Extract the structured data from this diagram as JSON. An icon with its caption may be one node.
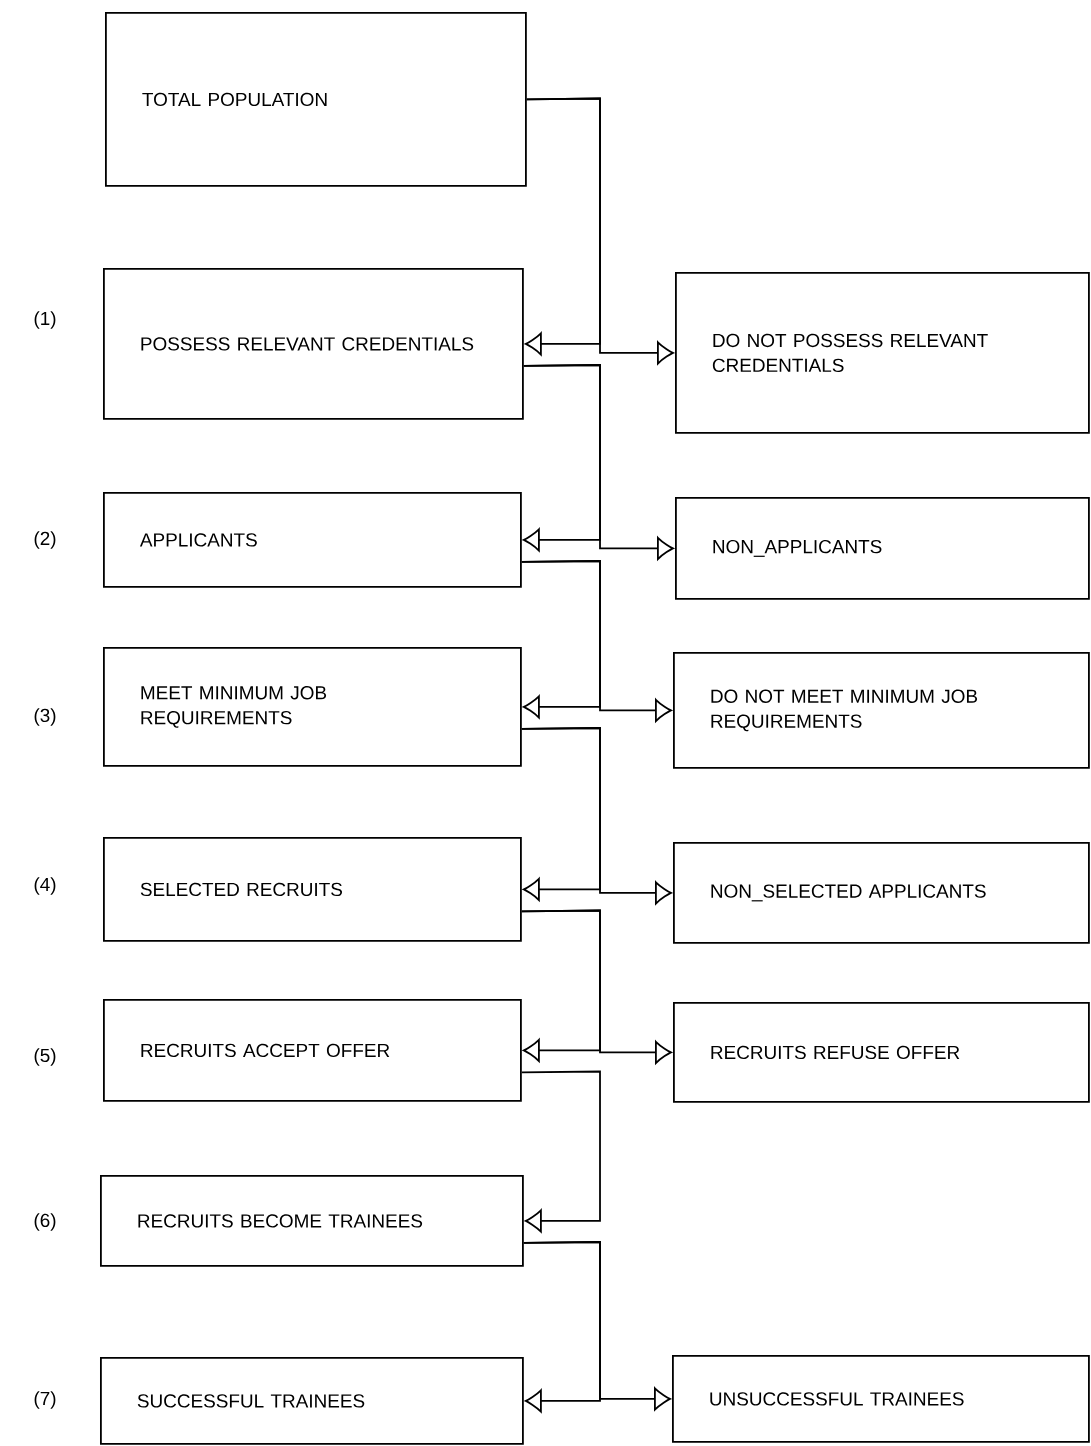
{
  "diagram": {
    "nodes": [
      {
        "text": [
          "TOTAL POPULATION"
        ]
      },
      {
        "text": [
          "POSSESS RELEVANT CREDENTIALS"
        ]
      },
      {
        "text": [
          "DO NOT POSSESS RELEVANT CREDENTIALS"
        ]
      },
      {
        "text": [
          "APPLICANTS"
        ]
      },
      {
        "text": [
          "NON_APPLICANTS"
        ]
      },
      {
        "text": [
          "MEET MINIMUM JOB REQUIREMENTS"
        ]
      },
      {
        "text": [
          "DO NOT MEET MINIMUM JOB REQUIREMENTS"
        ]
      },
      {
        "text": [
          "SELECTED RECRUITS"
        ]
      },
      {
        "text": [
          "NON_SELECTED APPLICANTS"
        ]
      },
      {
        "text": [
          "RECRUITS ACCEPT OFFER"
        ]
      },
      {
        "text": [
          "RECRUITS REFUSE OFFER"
        ]
      },
      {
        "text": [
          "RECRUITS BECOME TRAINEES"
        ]
      },
      {
        "text": [
          "SUCCESSFUL TRAINEES"
        ]
      },
      {
        "text": [
          "UNSUCCESSFUL TRAINEES"
        ]
      }
    ],
    "edges": [
      {
        "from": 0,
        "to": 1,
        "arrow": "to"
      },
      {
        "from": 0,
        "to": 2,
        "arrow": "to"
      },
      {
        "from": 1,
        "to": 3,
        "arrow": "to"
      },
      {
        "from": 1,
        "to": 4,
        "arrow": "to"
      },
      {
        "from": 3,
        "to": 5,
        "arrow": "to"
      },
      {
        "from": 3,
        "to": 6,
        "arrow": "to"
      },
      {
        "from": 5,
        "to": 7,
        "arrow": "to"
      },
      {
        "from": 5,
        "to": 8,
        "arrow": "to"
      },
      {
        "from": 7,
        "to": 9,
        "arrow": "to"
      },
      {
        "from": 7,
        "to": 10,
        "arrow": "to"
      },
      {
        "from": 9,
        "to": 11,
        "arrow": "to"
      },
      {
        "from": 11,
        "to": 12,
        "arrow": "to"
      },
      {
        "from": 11,
        "to": 13,
        "arrow": "to"
      }
    ],
    "labels": [
      "(1)",
      "(2)",
      "(3)",
      "(4)",
      "(5)",
      "(6)",
      "(7)"
    ]
  }
}
